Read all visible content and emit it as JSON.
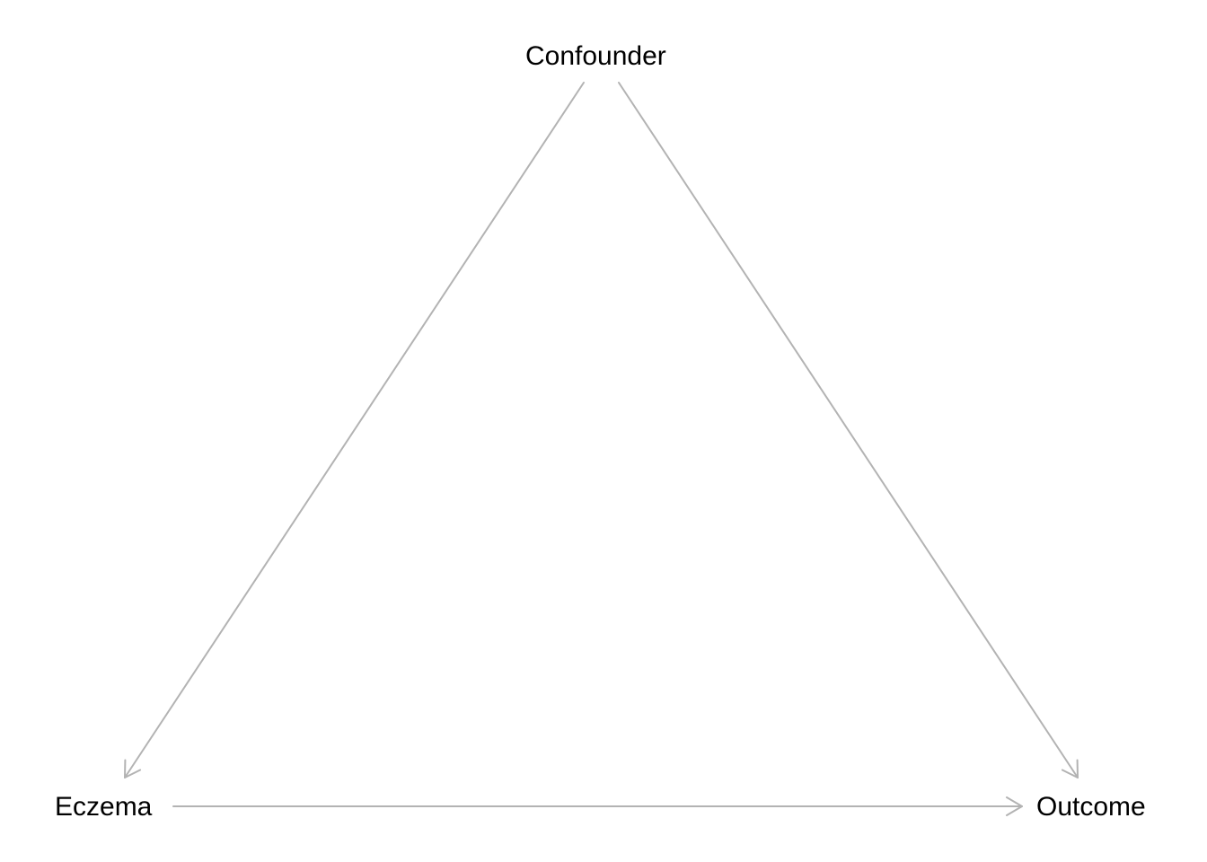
{
  "nodes": {
    "confounder": "Confounder",
    "eczema": "Eczema",
    "outcome": "Outcome"
  },
  "edges": [
    {
      "from": "confounder",
      "to": "eczema"
    },
    {
      "from": "confounder",
      "to": "outcome"
    },
    {
      "from": "eczema",
      "to": "outcome"
    }
  ],
  "colors": {
    "edge": "#b3b3b3",
    "label": "#000000",
    "background": "#ffffff"
  }
}
